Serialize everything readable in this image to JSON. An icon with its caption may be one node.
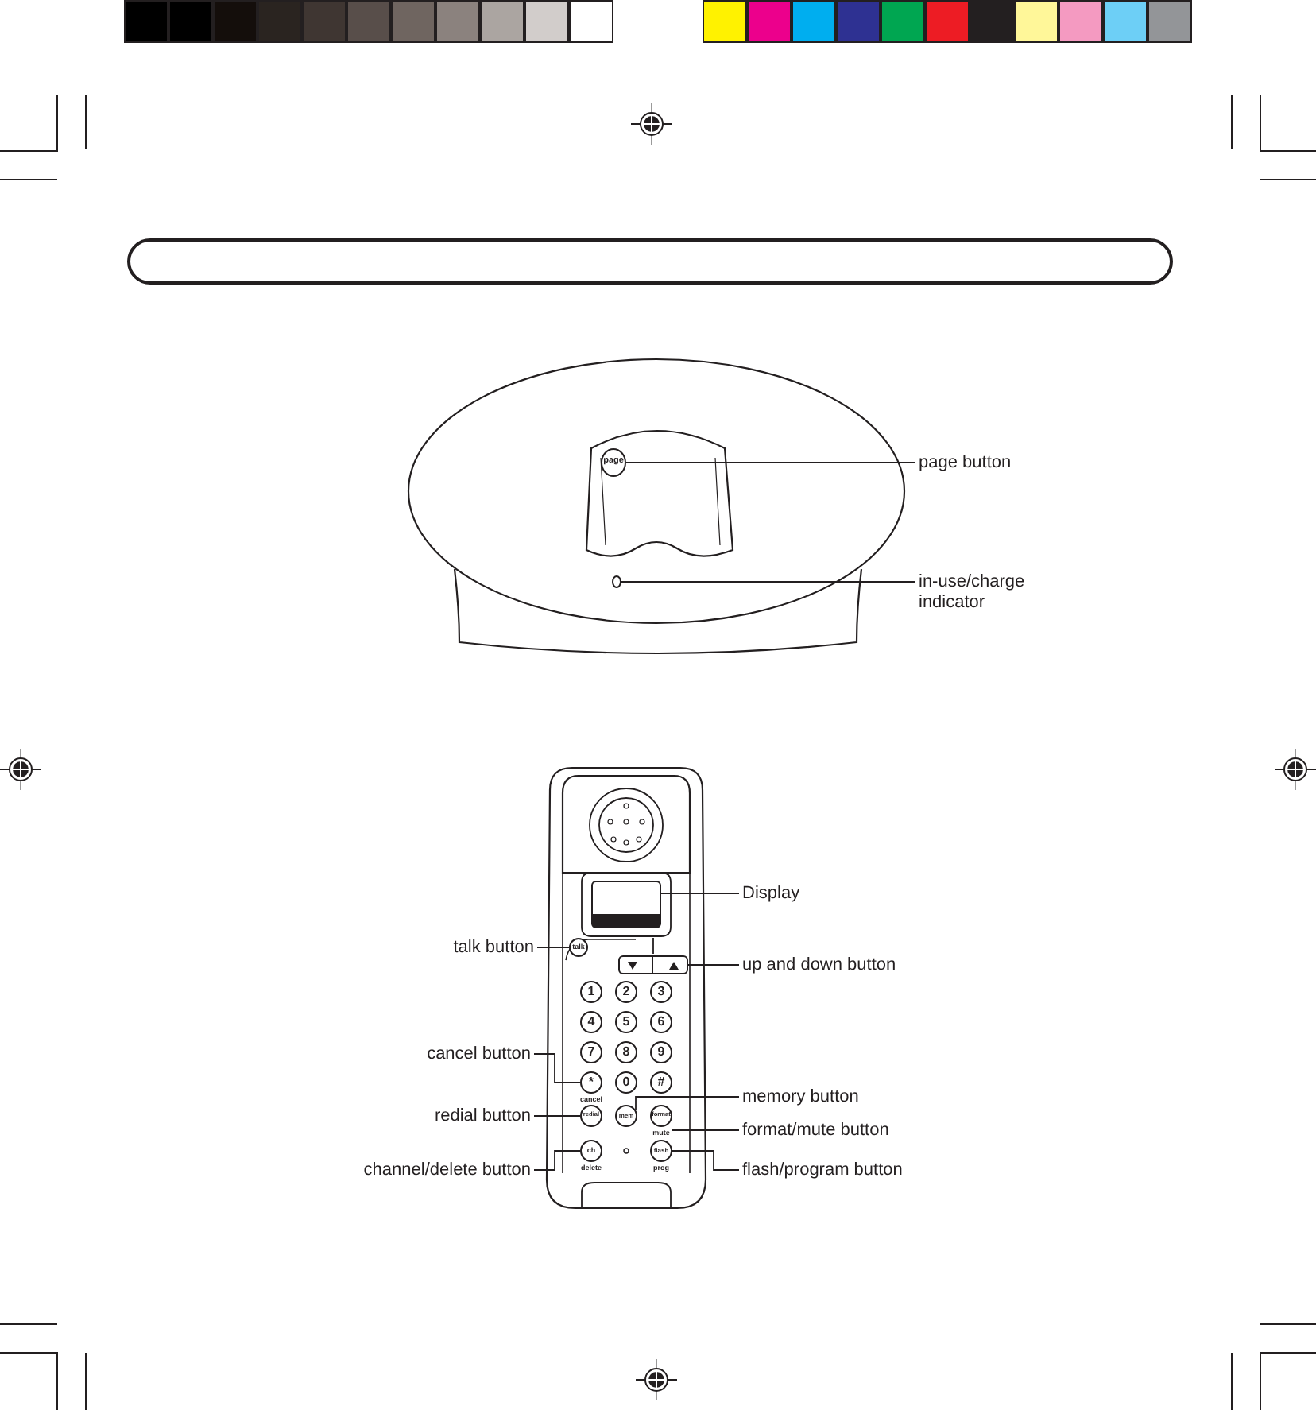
{
  "diagram": {
    "nodes": [
      {
        "text": [],
        "shape": "bar"
      },
      {
        "text": [
          "page"
        ]
      },
      {
        "text": [
          "page button"
        ]
      },
      {
        "text": [],
        "shape": "circle"
      },
      {
        "text": [
          "in-use/charge indicator"
        ]
      },
      {
        "text": [],
        "shape": "box"
      },
      {
        "text": [
          "Display"
        ]
      },
      {
        "text": [
          "talk button"
        ]
      },
      {
        "text": [
          "talk"
        ]
      },
      {
        "text": [],
        "shape": "box"
      },
      {
        "text": [
          "up and down button"
        ]
      },
      {
        "text": [
          "1"
        ]
      },
      {
        "text": [
          "2"
        ]
      },
      {
        "text": [
          "3"
        ]
      },
      {
        "text": [
          "4"
        ]
      },
      {
        "text": [
          "5"
        ]
      },
      {
        "text": [
          "6"
        ]
      },
      {
        "text": [
          "7"
        ]
      },
      {
        "text": [
          "8"
        ]
      },
      {
        "text": [
          "9"
        ]
      },
      {
        "text": [
          "cancel button"
        ]
      },
      {
        "text": [
          "*"
        ],
        "beside": [
          "cancel"
        ]
      },
      {
        "text": [
          "0"
        ]
      },
      {
        "text": [
          "#"
        ]
      },
      {
        "text": [
          "redial button"
        ]
      },
      {
        "text": [
          "redial"
        ]
      },
      {
        "text": [
          "mem"
        ]
      },
      {
        "text": [
          "format"
        ],
        "beside": [
          "mute"
        ]
      },
      {
        "text": [
          "memory button"
        ]
      },
      {
        "text": [
          "format/mute button"
        ]
      },
      {
        "text": [
          "channel/delete button"
        ]
      },
      {
        "text": [
          "ch"
        ],
        "beside": [
          "delete"
        ]
      },
      {
        "text": [
          "flash"
        ],
        "beside": [
          "prog"
        ]
      },
      {
        "text": [
          "flash/program button"
        ]
      }
    ],
    "edges": [
      {
        "from": 2,
        "to": 1,
        "arrow": "none"
      },
      {
        "from": 4,
        "to": 3,
        "arrow": "none"
      },
      {
        "from": 6,
        "to": 5,
        "arrow": "none"
      },
      {
        "from": 7,
        "to": 8,
        "arrow": "none"
      },
      {
        "from": 10,
        "to": 9,
        "arrow": "none"
      },
      {
        "from": 20,
        "to": 21,
        "arrow": "none"
      },
      {
        "from": 24,
        "to": 25,
        "arrow": "none"
      },
      {
        "from": 28,
        "to": 26,
        "arrow": "none"
      },
      {
        "from": 29,
        "to": 27,
        "arrow": "none"
      },
      {
        "from": 30,
        "to": 31,
        "arrow": "none"
      },
      {
        "from": 33,
        "to": 32,
        "arrow": "none"
      }
    ]
  }
}
